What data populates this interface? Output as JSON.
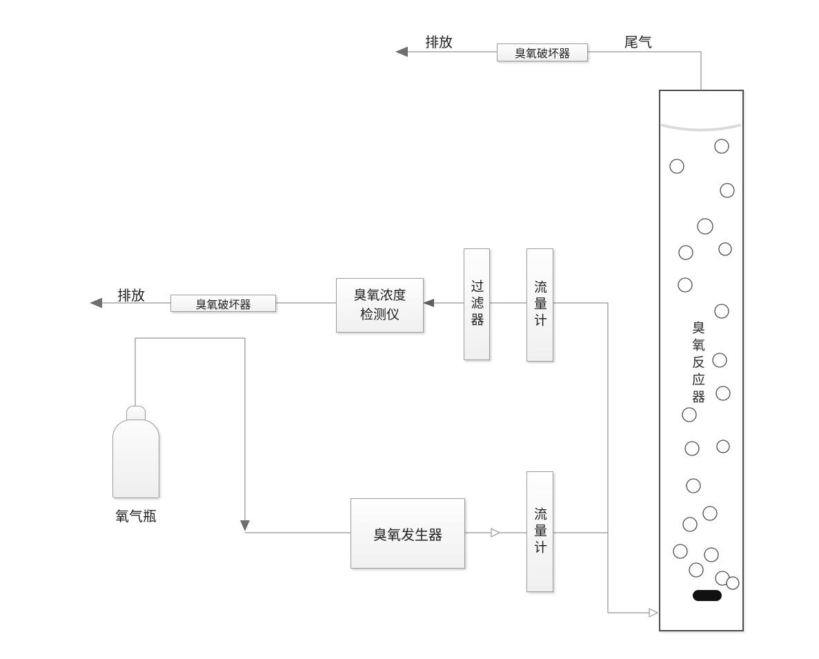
{
  "diagram": {
    "exhaust_top": {
      "discharge": "排放",
      "destructor": "臭氧破坏器",
      "tail_gas": "尾气"
    },
    "analysis_line": {
      "discharge": "排放",
      "destructor": "臭氧破坏器",
      "detector_line1": "臭氧浓度",
      "detector_line2": "检测仪",
      "filter": "过滤器",
      "flowmeter": "流量计"
    },
    "feed_line": {
      "oxygen_cylinder": "氧气瓶",
      "generator": "臭氧发生器",
      "flowmeter": "流量计"
    },
    "reactor": {
      "label": "臭氧反应器"
    },
    "colors": {
      "pipe": "#7a7a7a",
      "box_border": "#9b9b9b",
      "reactor_border": "#4a4a4a",
      "diffuser": "#111111"
    }
  }
}
